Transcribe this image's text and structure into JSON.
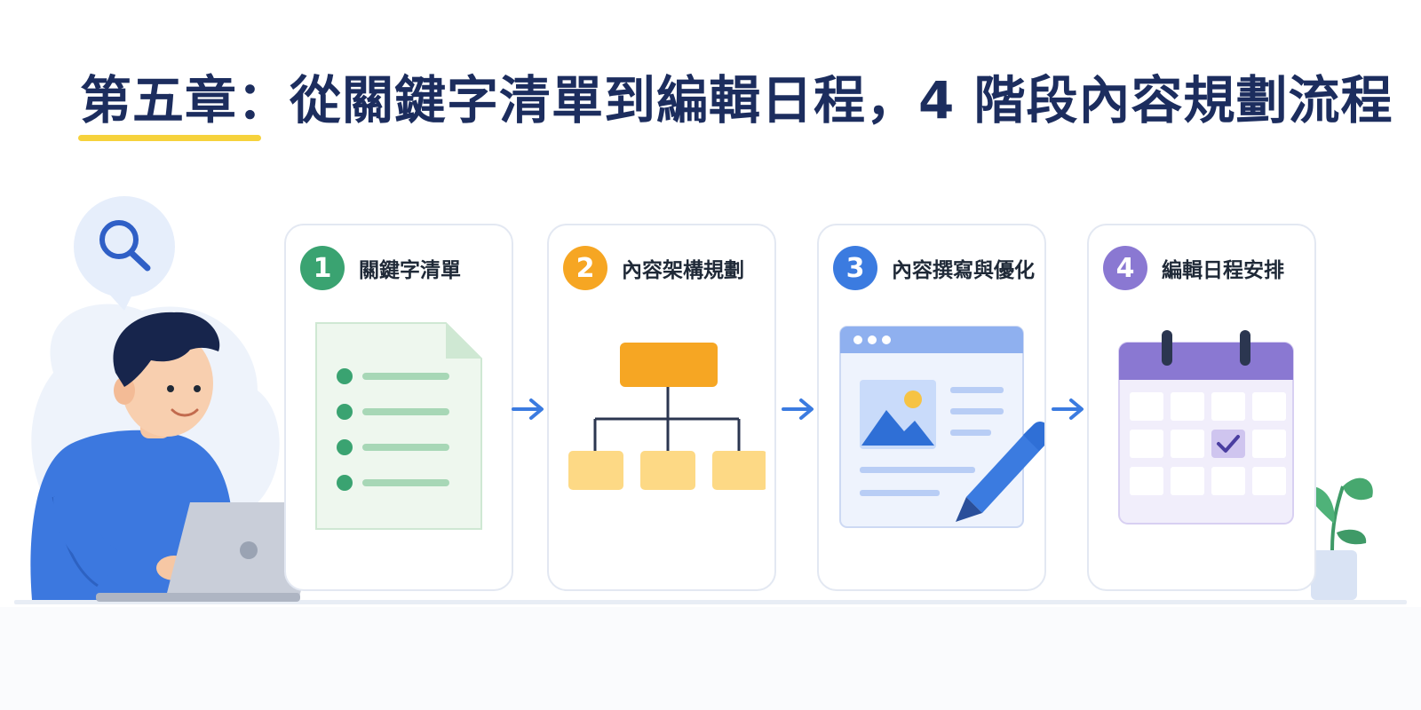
{
  "title": "第五章：從關鍵字清單到編輯日程，4 階段內容規劃流程",
  "steps": [
    {
      "number": "1",
      "label": "關鍵字清單",
      "color": "#3aa371",
      "icon": "document-list-icon"
    },
    {
      "number": "2",
      "label": "內容架構規劃",
      "color": "#f6a623",
      "icon": "hierarchy-chart-icon"
    },
    {
      "number": "3",
      "label": "內容撰寫與優化",
      "color": "#3b7be0",
      "icon": "article-editor-icon"
    },
    {
      "number": "4",
      "label": "編輯日程安排",
      "color": "#8a78d2",
      "icon": "calendar-icon"
    }
  ],
  "colors": {
    "title": "#1c2d5e",
    "underline": "#f6d23c",
    "arrow": "#3b7be0"
  }
}
